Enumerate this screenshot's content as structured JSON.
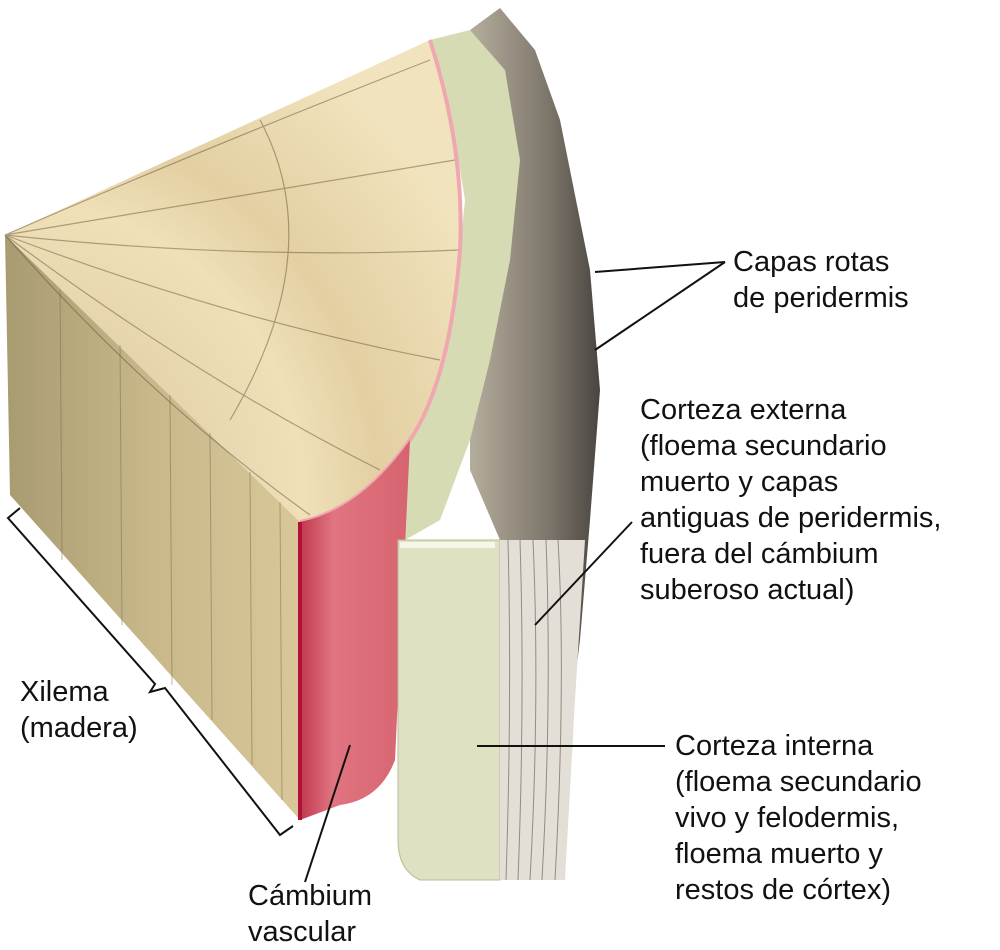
{
  "title": "Corte de tronco: xilema, cámbium y corteza",
  "labels": {
    "peridermis": [
      "Capas rotas",
      "de peridermis"
    ],
    "corteza_externa": [
      "Corteza externa",
      "(floema secundario",
      "muerto y capas",
      "antiguas de peridermis,",
      "fuera del cámbium",
      "suberoso actual)"
    ],
    "corteza_interna": [
      "Corteza interna",
      "(floema secundario",
      "vivo y felodermis,",
      "floema muerto y",
      "restos de córtex)"
    ],
    "xilema": [
      "Xilema",
      "(madera)"
    ],
    "cambium": [
      "Cámbium",
      "vascular"
    ]
  },
  "colors": {
    "wood_light": "#e8d5a8",
    "wood_side": "#c9b685",
    "cambium": "#d9606e",
    "inner_bark": "#dfe2c0",
    "outer_bark": "#8a8377"
  }
}
